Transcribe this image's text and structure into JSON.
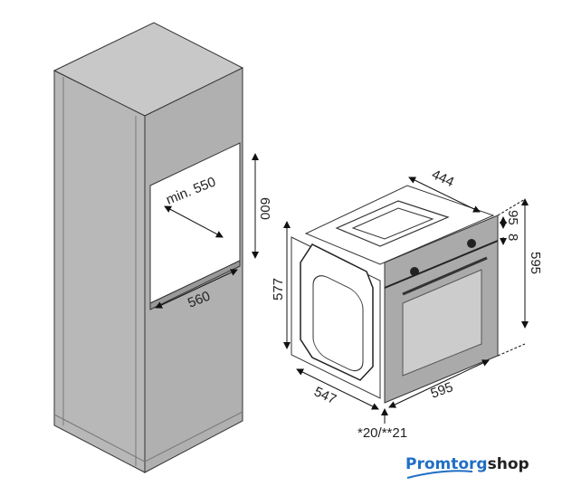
{
  "cabinet": {
    "opening_depth": "min. 550",
    "opening_height": "600",
    "opening_width": "560"
  },
  "oven": {
    "depth_top": "444",
    "panel_height": "95",
    "panel_gap": "8",
    "front_height": "595",
    "body_height": "577",
    "body_depth": "547",
    "front_width": "595",
    "door_thickness": "*20/**21"
  },
  "logo": {
    "part1": "Promtorg",
    "part2": "shop"
  },
  "colors": {
    "cabinet": "#b5b5b5",
    "oven_front": "#a9a9a9",
    "logo_blue": "#1f6fc4"
  }
}
